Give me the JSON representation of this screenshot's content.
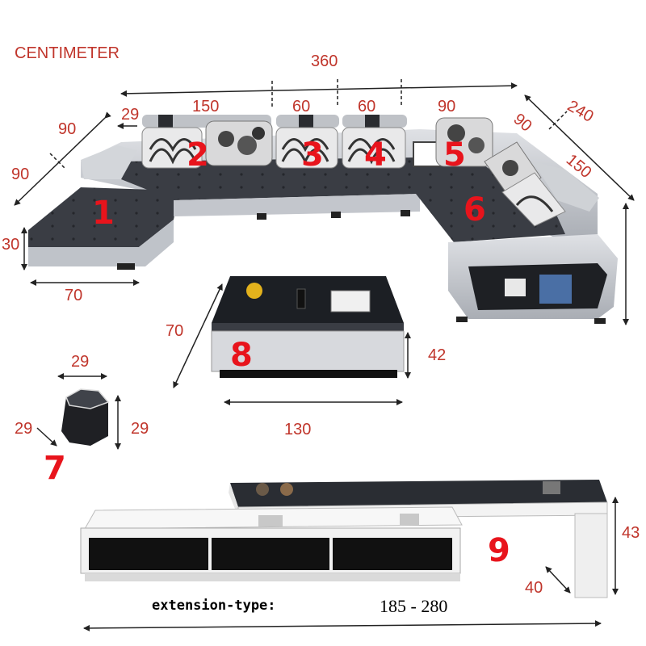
{
  "unit_label": "CENTIMETER",
  "sofa": {
    "total_width": "360",
    "seg_left": "150",
    "seg_mid_a": "60",
    "seg_mid_b": "60",
    "seg_right": "90",
    "right_depth_total": "240",
    "right_depth_a": "90",
    "right_depth_b": "150",
    "left_depth_a": "90",
    "left_depth_b": "90",
    "arm_gap": "29",
    "seat_height": "30",
    "chaise_width": "70"
  },
  "coffee_table": {
    "depth": "70",
    "height": "42",
    "width": "130"
  },
  "stool": {
    "width": "29",
    "depth": "29",
    "height": "29"
  },
  "tv_stand": {
    "height": "43",
    "depth": "40",
    "extension_label": "extension-type:",
    "extension_range": "185 - 280"
  },
  "pieces": [
    "1",
    "2",
    "3",
    "4",
    "5",
    "6",
    "7",
    "8",
    "9"
  ],
  "colors": {
    "dimension_text": "#c0352b",
    "piece_number": "#e8141c",
    "sofa_fabric": "#3a3d44",
    "sofa_frame": "#c9ccd1",
    "glass_top": "#1c1f24"
  }
}
